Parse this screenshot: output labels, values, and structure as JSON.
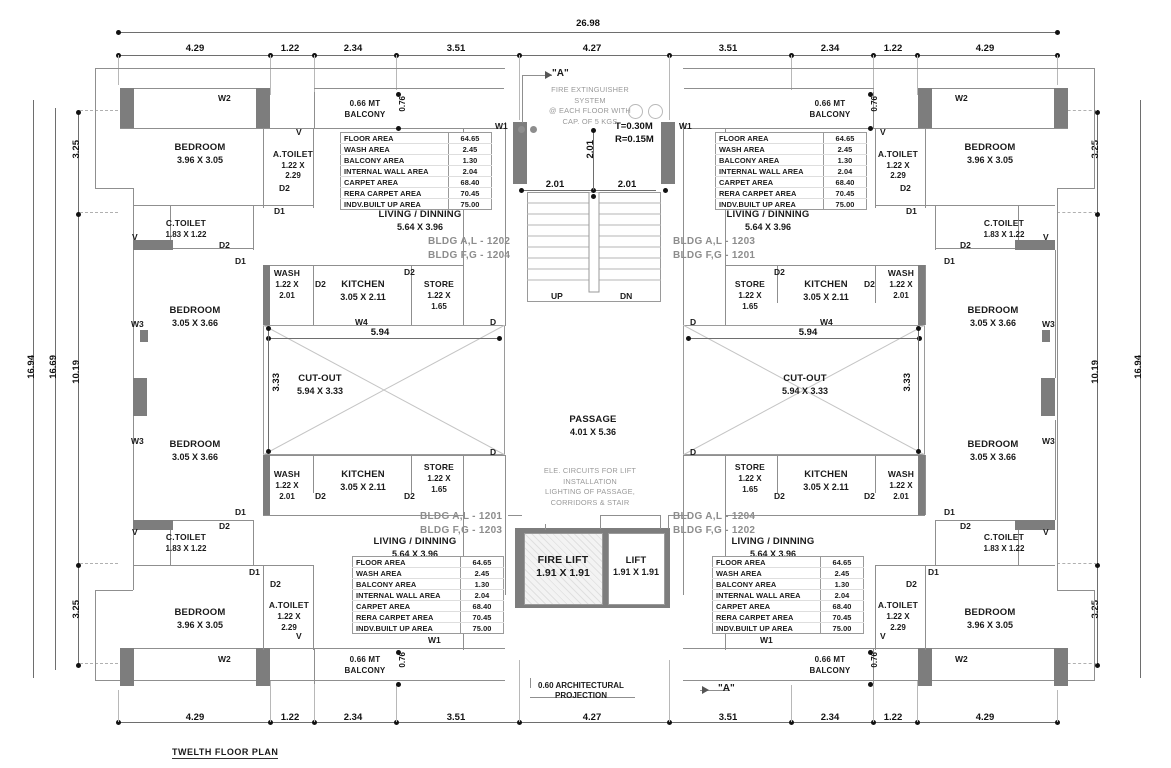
{
  "drawing": {
    "sheet_title": "TWELTH FLOOR PLAN",
    "overall_width": "26.98",
    "section_marker": "\"A\"",
    "projection_note_line1": "0.60 ARCHITECTURAL",
    "projection_note_line2": "PROJECTION",
    "tread_riser_line1": "T=0.30M",
    "tread_riser_line2": "R=0.15M"
  },
  "dimensions": {
    "top_chain": [
      "4.29",
      "1.22",
      "2.34",
      "3.51",
      "4.27",
      "3.51",
      "2.34",
      "1.22",
      "4.29"
    ],
    "bottom_chain": [
      "4.29",
      "1.22",
      "2.34",
      "3.51",
      "4.27",
      "3.51",
      "2.34",
      "1.22",
      "4.29"
    ],
    "left_chain": [
      "16.94",
      "16.69",
      "10.19"
    ],
    "left_inner": [
      "3.25",
      "3.25"
    ],
    "right_chain": [
      "16.94",
      "10.19"
    ],
    "right_inner": [
      "3.25",
      "3.25"
    ],
    "balcony_depth": "0.76",
    "stair_width_left": "2.01",
    "stair_width_right": "2.01",
    "stair_run": "2.01",
    "cutout_width": "5.94",
    "cutout_depth": "3.33"
  },
  "notes": {
    "fire_extinguisher": [
      "FIRE EXTINGUISHER",
      "SYSTEM",
      "@ EACH FLOOR WITH",
      "CAP. OF 5 KGS"
    ],
    "lift_electrical": [
      "ELE. CIRCUITS FOR LIFT",
      "INSTALLATION",
      "LIGHTING OF PASSAGE,",
      "CORRIDORS & STAIR"
    ]
  },
  "area_statement": {
    "rows": [
      {
        "label": "FLOOR AREA",
        "value": "64.65"
      },
      {
        "label": "WASH AREA",
        "value": "2.45"
      },
      {
        "label": "BALCONY AREA",
        "value": "1.30"
      },
      {
        "label": "INTERNAL WALL AREA",
        "value": "2.04"
      },
      {
        "label": "CARPET AREA",
        "value": "68.40"
      },
      {
        "label": "RERA CARPET AREA",
        "value": "70.45"
      },
      {
        "label": "INDV.BUILT UP AREA",
        "value": "75.00"
      }
    ]
  },
  "units": {
    "top_left": {
      "line1": "BLDG A,L - 1202",
      "line2": "BLDG F,G - 1204"
    },
    "top_right": {
      "line1": "BLDG A,L - 1203",
      "line2": "BLDG F,G - 1201"
    },
    "bottom_left": {
      "line1": "BLDG A,L - 1201",
      "line2": "BLDG F,G - 1203"
    },
    "bottom_right": {
      "line1": "BLDG A,L - 1204",
      "line2": "BLDG F,G - 1202"
    }
  },
  "rooms": {
    "bedroom_corner": {
      "name": "BEDROOM",
      "dim": "3.96 X 3.05"
    },
    "bedroom_side": {
      "name": "BEDROOM",
      "dim": "3.05 X 3.66"
    },
    "a_toilet": {
      "name": "A.TOILET",
      "dim1": "1.22 X",
      "dim2": "2.29"
    },
    "c_toilet": {
      "name": "C.TOILET",
      "dim": "1.83 X 1.22"
    },
    "wash": {
      "name": "WASH",
      "dim1": "1.22 X",
      "dim2": "2.01"
    },
    "kitchen": {
      "name": "KITCHEN",
      "dim": "3.05 X 2.11"
    },
    "store": {
      "name": "STORE",
      "dim1": "1.22 X",
      "dim2": "1.65"
    },
    "living": {
      "name": "LIVING / DINNING",
      "dim": "5.64 X 3.96"
    },
    "cutout": {
      "name": "CUT-OUT",
      "dim": "5.94 X 3.33"
    },
    "passage": {
      "name": "PASSAGE",
      "dim": "4.01 X 5.36"
    },
    "fire_lift": {
      "name": "FIRE LIFT",
      "dim": "1.91 X 1.91"
    },
    "lift": {
      "name": "LIFT",
      "dim": "1.91 X 1.91"
    },
    "balcony": {
      "line1": "0.66 MT",
      "line2": "BALCONY"
    }
  },
  "stairs": {
    "up": "UP",
    "dn": "DN"
  },
  "tags": {
    "w1": "W1",
    "w2": "W2",
    "w3": "W3",
    "w4": "W4",
    "d": "D",
    "d1": "D1",
    "d2": "D2",
    "v": "V"
  },
  "colors": {
    "wall": "#7d7d7d",
    "wall_dark": "#2b2b2b",
    "thin_line": "#b8b8b8",
    "text": "#1a1a1a",
    "unit_label": "#8d8d8d",
    "note": "#9a9a9a"
  }
}
